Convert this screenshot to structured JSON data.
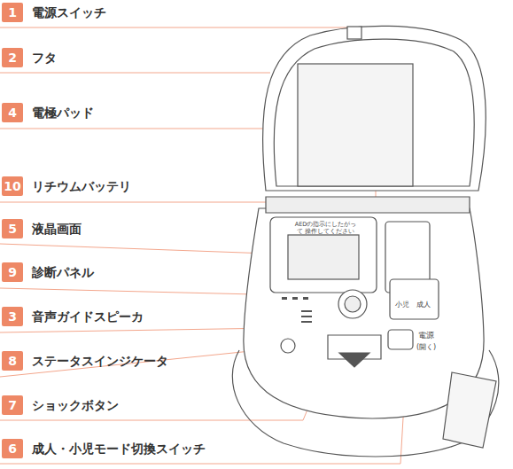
{
  "diagram": {
    "nodes": [
      {
        "text": [
          "1",
          "電源スイッチ"
        ]
      },
      {
        "text": [
          "2",
          "フタ"
        ]
      },
      {
        "text": [
          "4",
          "電極パッド"
        ]
      },
      {
        "text": [
          "10",
          "リチウムバッテリ"
        ]
      },
      {
        "text": [
          "5",
          "液晶画面"
        ]
      },
      {
        "text": [
          "9",
          "診断パネル"
        ]
      },
      {
        "text": [
          "3",
          "音声ガイドスピーカ"
        ]
      },
      {
        "text": [
          "8",
          "ステータスインジケータ"
        ]
      },
      {
        "text": [
          "7",
          "ショックボタン"
        ]
      },
      {
        "text": [
          "6",
          "成人・小児モード切換スイッチ"
        ]
      }
    ],
    "labels": [
      "AEDの指示にしたがって 操作してください",
      "小児",
      "成人",
      "電源",
      "(開く)"
    ]
  }
}
